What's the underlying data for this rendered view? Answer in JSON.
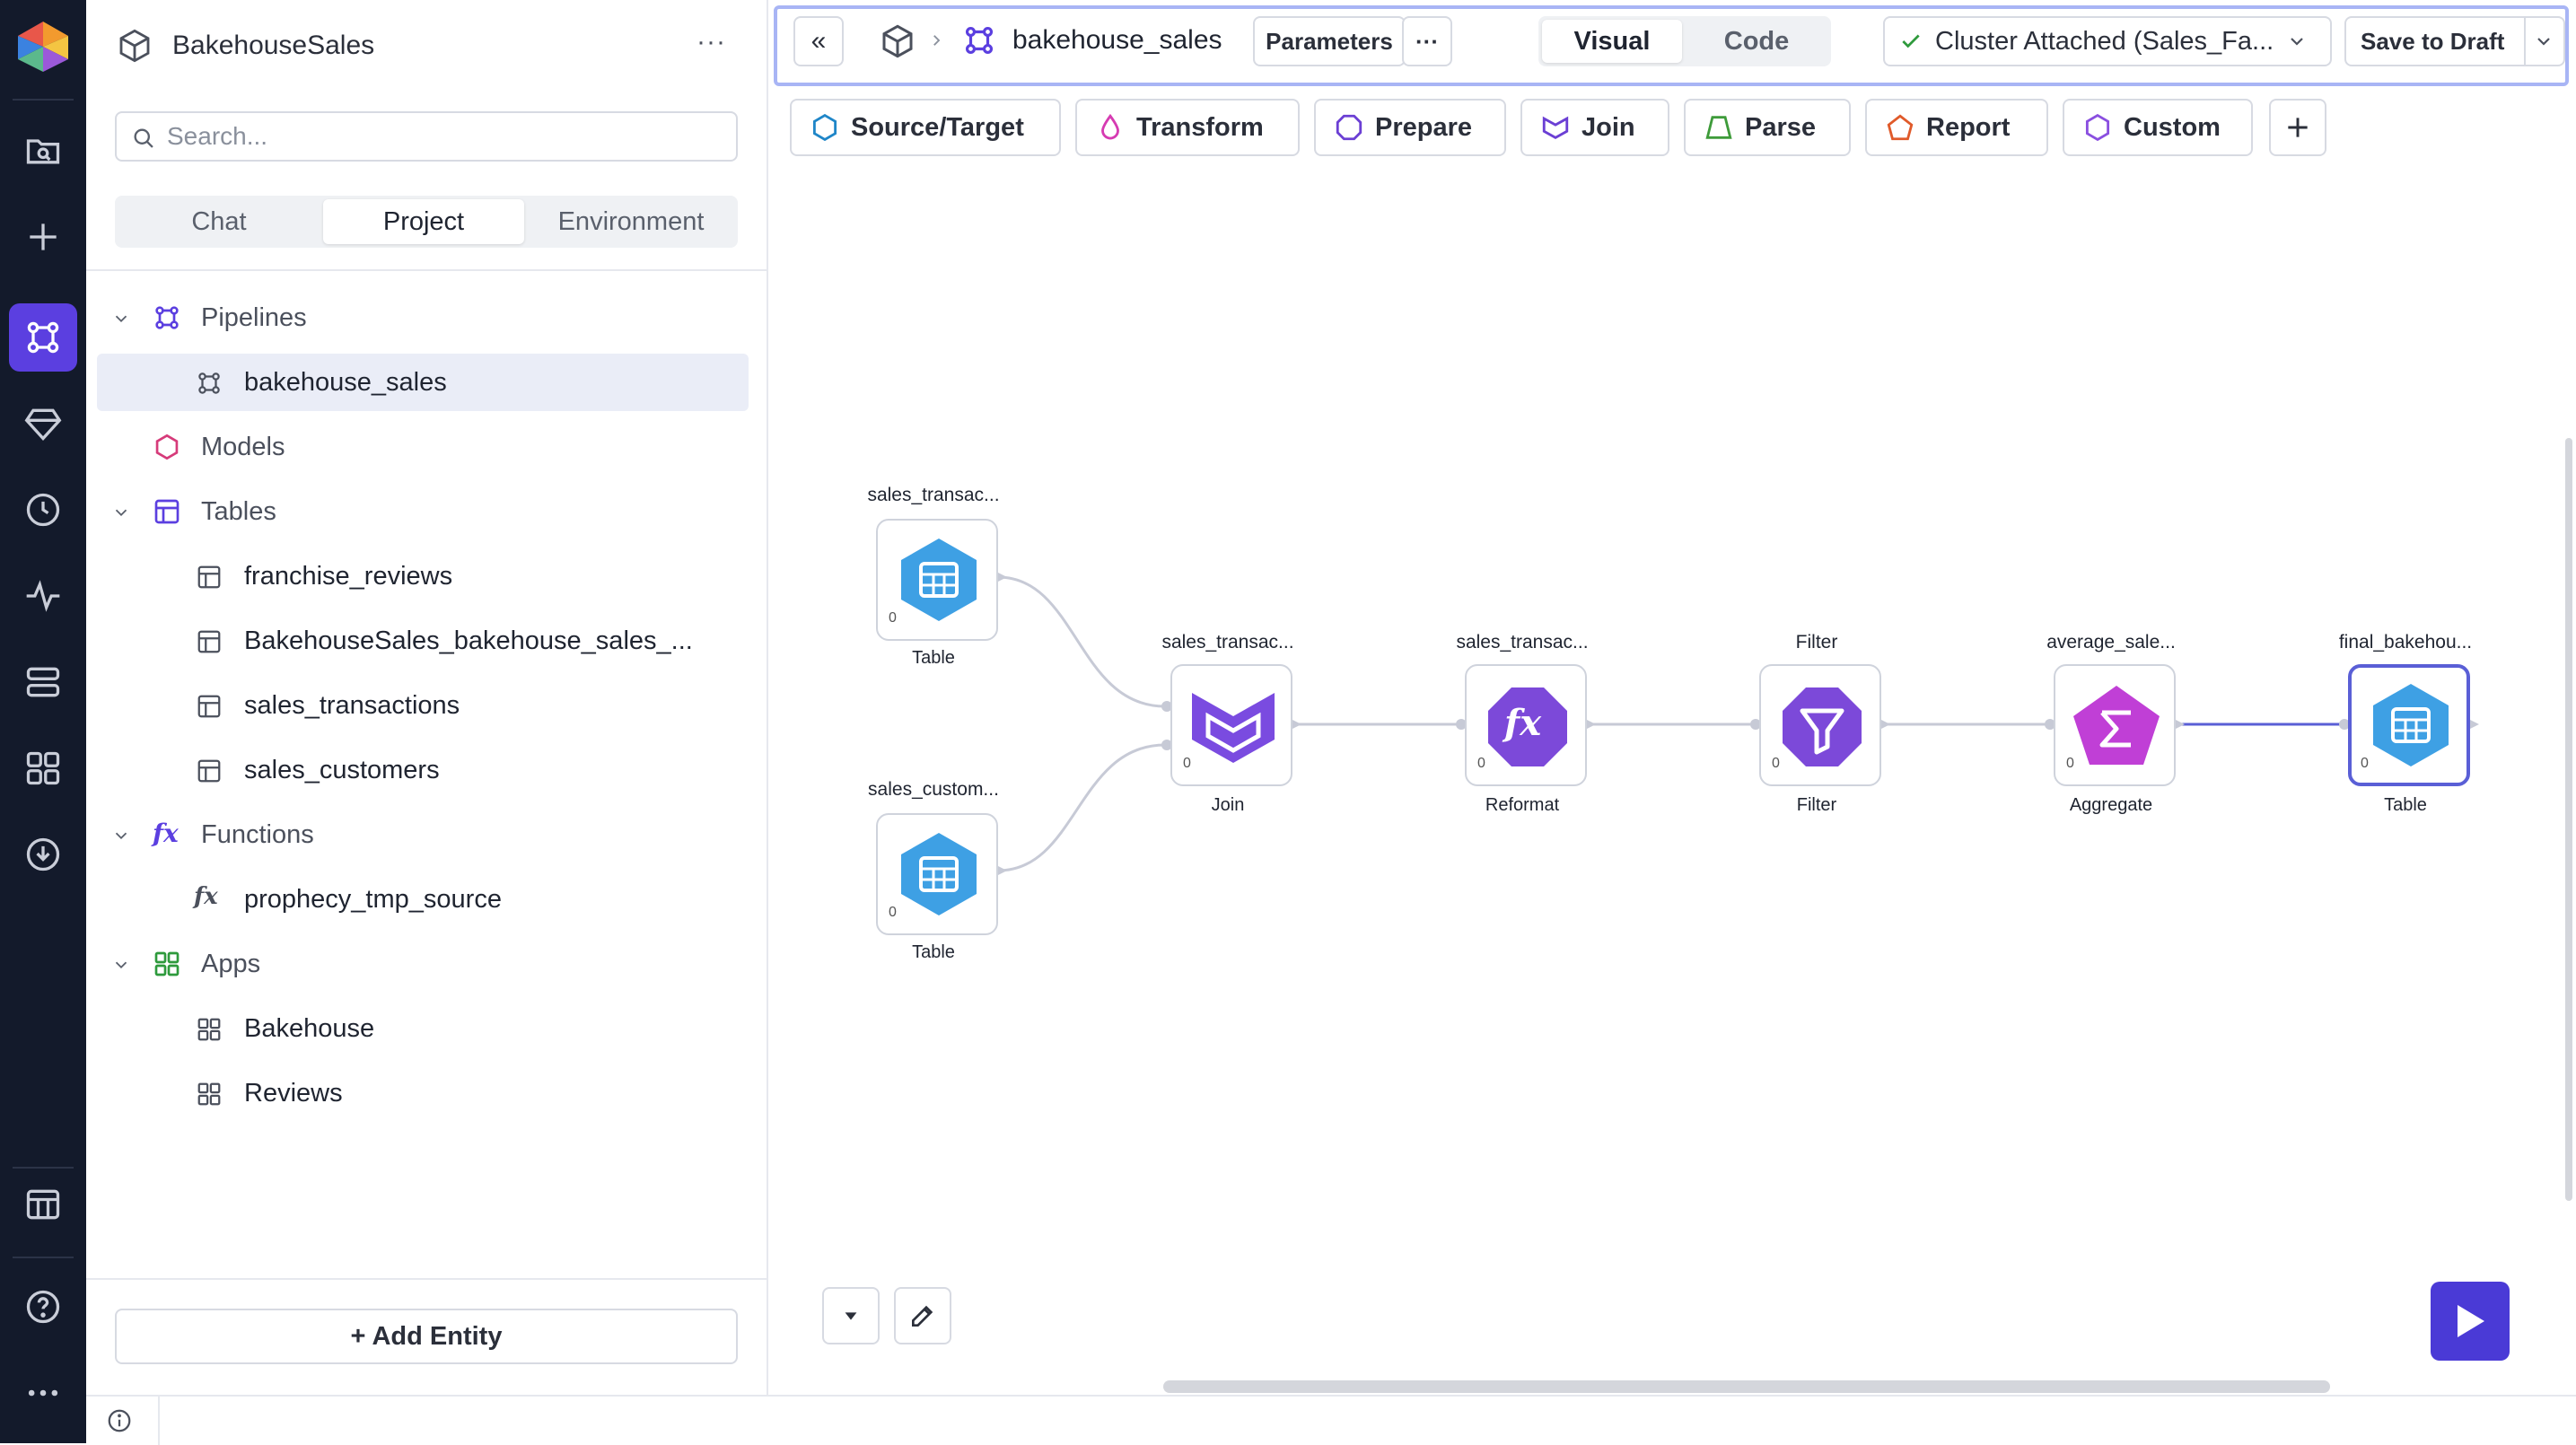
{
  "rail": {
    "items": [
      "prophecy-logo",
      "files",
      "add",
      "pipelines",
      "models",
      "history",
      "monitoring",
      "environments",
      "apps",
      "deploy"
    ],
    "bottom": [
      "marketplace",
      "help",
      "more"
    ],
    "accent": "#5b3fe0"
  },
  "sidebar": {
    "project_name": "BakehouseSales",
    "more_label": "···",
    "search_placeholder": "Search...",
    "tabs": [
      "Chat",
      "Project",
      "Environment"
    ],
    "active_tab": "Project",
    "tree": {
      "pipelines": {
        "label": "Pipelines",
        "items": [
          "bakehouse_sales"
        ]
      },
      "models": {
        "label": "Models"
      },
      "tables": {
        "label": "Tables",
        "items": [
          "franchise_reviews",
          "BakehouseSales_bakehouse_sales_...",
          "sales_transactions",
          "sales_customers"
        ]
      },
      "functions": {
        "label": "Functions",
        "items": [
          "prophecy_tmp_source"
        ]
      },
      "apps": {
        "label": "Apps",
        "items": [
          "Bakehouse",
          "Reviews"
        ]
      }
    },
    "add_entity_label": "+ Add Entity"
  },
  "topbar": {
    "collapse_label": "«",
    "pipeline_name": "bakehouse_sales",
    "parameters_label": "Parameters",
    "more_label": "···",
    "view_tabs": [
      "Visual",
      "Code"
    ],
    "active_view": "Visual",
    "cluster_label": "Cluster Attached (Sales_Fa...",
    "save_label": "Save to Draft"
  },
  "gem_toolbar": [
    {
      "label": "Source/Target",
      "color": "#1f86c8"
    },
    {
      "label": "Transform",
      "color": "#d63bb2"
    },
    {
      "label": "Prepare",
      "color": "#6b3fd4"
    },
    {
      "label": "Join",
      "color": "#6b3fd4"
    },
    {
      "label": "Parse",
      "color": "#3e9b3a"
    },
    {
      "label": "Report",
      "color": "#e05a2a"
    },
    {
      "label": "Custom",
      "color": "#8a4fe0"
    }
  ],
  "canvas": {
    "nodes": [
      {
        "id": "src1",
        "title": "sales_transac...",
        "type": "Table",
        "port": "0"
      },
      {
        "id": "src2",
        "title": "sales_custom...",
        "type": "Table",
        "port": "0"
      },
      {
        "id": "join",
        "title": "sales_transac...",
        "type": "Join",
        "port": "0"
      },
      {
        "id": "reformat",
        "title": "sales_transac...",
        "type": "Reformat",
        "port": "0"
      },
      {
        "id": "filter",
        "title": "Filter",
        "type": "Filter",
        "port": "0"
      },
      {
        "id": "aggregate",
        "title": "average_sale...",
        "type": "Aggregate",
        "port": "0"
      },
      {
        "id": "target",
        "title": "final_bakehou...",
        "type": "Table",
        "port": "0"
      }
    ]
  },
  "colors": {
    "table_blue": "#3ea0e4",
    "join_purple": "#7a4be0",
    "reformat_purple": "#7c49d9",
    "filter_purple": "#7c49d9",
    "aggregate_pink": "#c03fd6",
    "run_button": "#4a3ad6"
  }
}
